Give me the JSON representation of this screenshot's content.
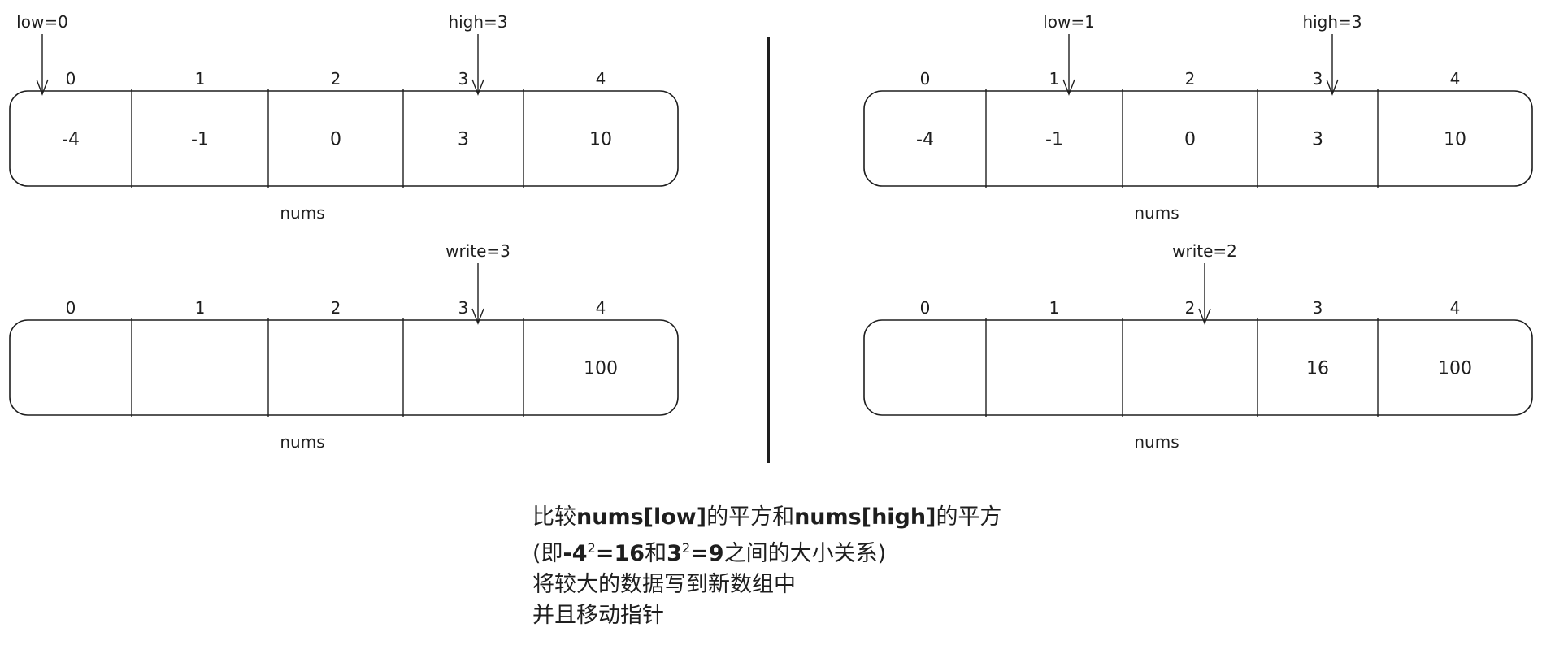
{
  "panels": [
    {
      "top": {
        "indices": [
          "0",
          "1",
          "2",
          "3",
          "4"
        ],
        "values": [
          "-4",
          "-1",
          "0",
          "3",
          "10"
        ],
        "caption": "nums",
        "pointers": [
          {
            "label": "low=0",
            "index": 0
          },
          {
            "label": "high=3",
            "index": 3
          }
        ]
      },
      "bottom": {
        "indices": [
          "0",
          "1",
          "2",
          "3",
          "4"
        ],
        "values": [
          "",
          "",
          "",
          "",
          "100"
        ],
        "caption": "nums",
        "pointers": [
          {
            "label": "write=3",
            "index": 3
          }
        ]
      }
    },
    {
      "top": {
        "indices": [
          "0",
          "1",
          "2",
          "3",
          "4"
        ],
        "values": [
          "-4",
          "-1",
          "0",
          "3",
          "10"
        ],
        "caption": "nums",
        "pointers": [
          {
            "label": "low=1",
            "index": 1
          },
          {
            "label": "high=3",
            "index": 3
          }
        ]
      },
      "bottom": {
        "indices": [
          "0",
          "1",
          "2",
          "3",
          "4"
        ],
        "values": [
          "",
          "",
          "",
          "16",
          "100"
        ],
        "caption": "nums",
        "pointers": [
          {
            "label": "write=2",
            "index": 2
          }
        ]
      }
    }
  ],
  "explanation": {
    "line1": {
      "a": "比较",
      "b": "nums[low]",
      "c": "的平方和",
      "d": "nums[high]",
      "e": "的平方"
    },
    "line2": {
      "a": "(即",
      "b": "-4",
      "c": "2",
      "d": "=16",
      "e": "和",
      "f": "3",
      "g": "2",
      "h": "=9",
      "i": "之间的大小关系)"
    },
    "line3": "将较大的数据写到新数组中",
    "line4": "并且移动指针"
  }
}
